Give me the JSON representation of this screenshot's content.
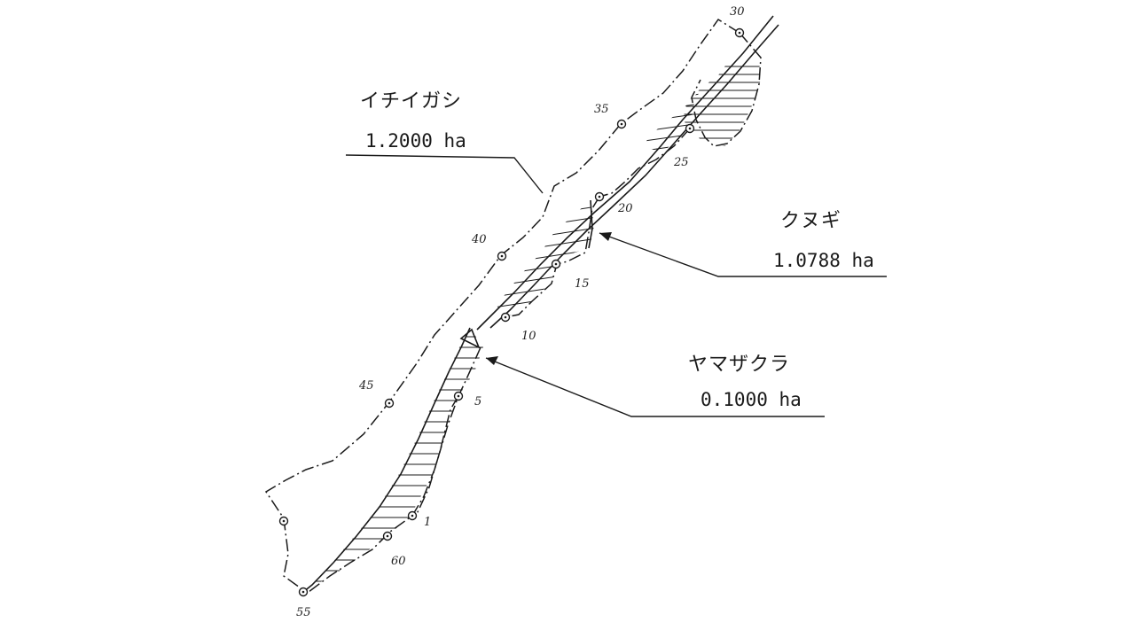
{
  "areas": [
    {
      "species": "イチイガシ",
      "area": "1.2000 ha"
    },
    {
      "species": "クヌギ",
      "area": "1.0788 ha"
    },
    {
      "species": "ヤマザクラ",
      "area": "0.1000 ha"
    }
  ],
  "point_labels": [
    "30",
    "35",
    "25",
    "20",
    "40",
    "15",
    "10",
    "5",
    "45",
    "1",
    "60",
    "55"
  ],
  "colors": {
    "ink": "#1a1a1a",
    "background": "#ffffff"
  }
}
